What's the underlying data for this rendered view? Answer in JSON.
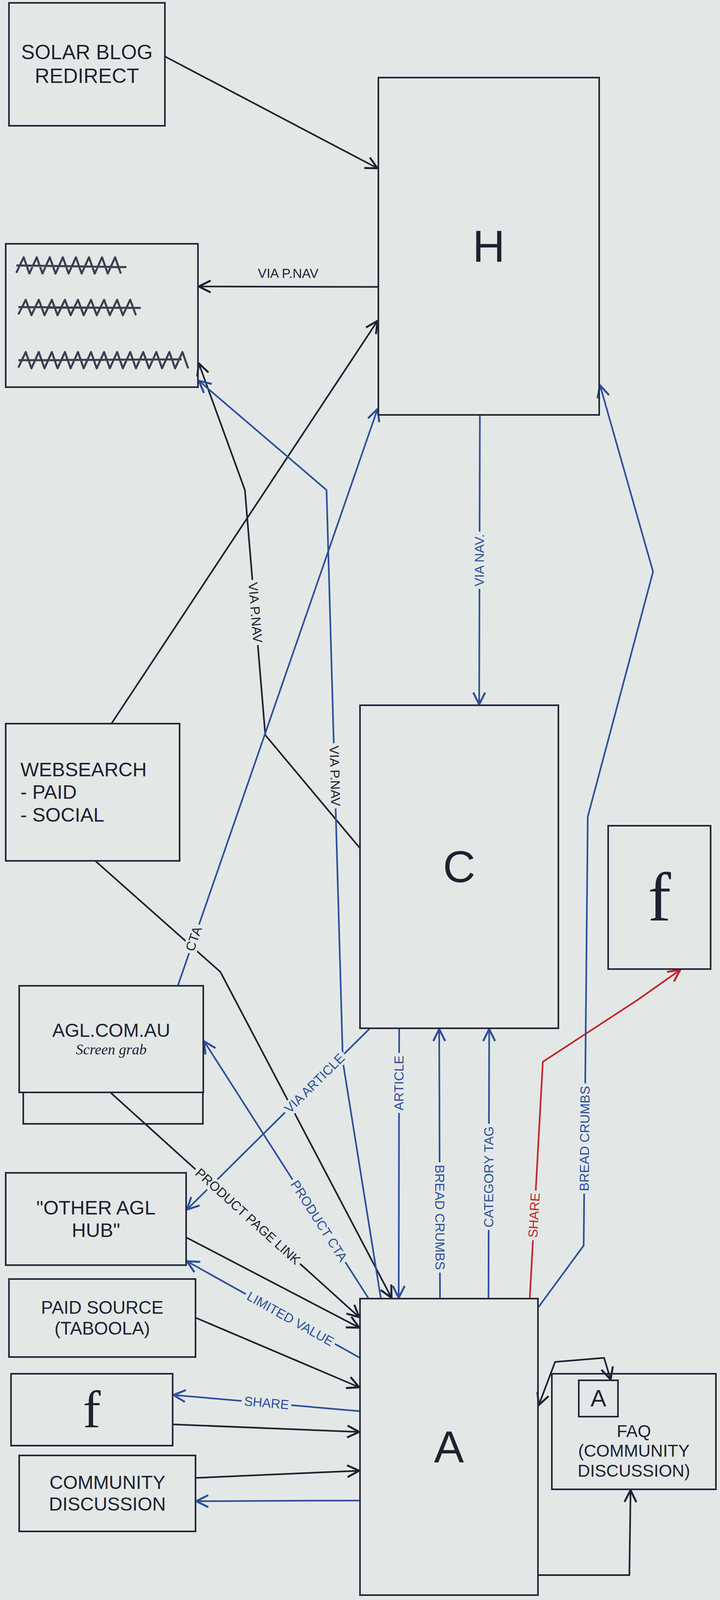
{
  "diagram": {
    "nodes": [
      {
        "text": [
          "SOLAR BLOG REDIRECT"
        ]
      },
      {
        "text": [
          "H"
        ]
      },
      {
        "text": []
      },
      {
        "text": [
          "WEBSEARCH",
          "- PAID",
          "- SOCIAL"
        ]
      },
      {
        "text": [
          "C"
        ]
      },
      {
        "text": [
          "f"
        ]
      },
      {
        "text": [
          "AGL.COM.AU",
          "Screen grab"
        ]
      },
      {
        "text": [
          "\"OTHER AGL HUB\""
        ]
      },
      {
        "text": [
          "PAID SOURCE (TABOOLA)"
        ]
      },
      {
        "text": [
          "A"
        ]
      },
      {
        "text": [
          "f"
        ]
      },
      {
        "text": [
          "FAQ (COMMUNITY DISCUSSION)"
        ]
      },
      {
        "text": [
          "A"
        ],
        "in": 11
      },
      {
        "text": [
          "COMMUNITY DISCUSSION"
        ]
      }
    ],
    "edges": [
      {
        "from": 0,
        "to": 1,
        "arrow": "to"
      },
      {
        "from": 1,
        "to": 2,
        "label": "VIA P.NAV",
        "arrow": "to"
      },
      {
        "from": 1,
        "to": 4,
        "label": "VIA NAV.",
        "arrow": "to"
      },
      {
        "from": 4,
        "to": 2,
        "label": "VIA P.NAV",
        "arrow": "to"
      },
      {
        "from": 3,
        "to": 1,
        "arrow": "to"
      },
      {
        "from": 3,
        "to": 9,
        "arrow": "to"
      },
      {
        "from": 6,
        "to": 1,
        "label": "CTA",
        "arrow": "to"
      },
      {
        "from": 6,
        "to": 9,
        "label": "PRODUCT PAGE LINK",
        "arrow": "to"
      },
      {
        "from": 9,
        "to": 6,
        "label": "PRODUCT CTA",
        "arrow": "to"
      },
      {
        "from": 4,
        "to": 7,
        "label": "VIA ARTICLE",
        "arrow": "to"
      },
      {
        "from": 4,
        "to": 9,
        "label": "ARTICLE",
        "arrow": "to"
      },
      {
        "from": 9,
        "to": 2,
        "label": "VIA P.NAV",
        "arrow": "to"
      },
      {
        "from": 9,
        "to": 4,
        "label": "BREAD CRUMBS",
        "arrow": "to"
      },
      {
        "from": 9,
        "to": 4,
        "label": "CATEGORY TAG",
        "arrow": "to"
      },
      {
        "from": 9,
        "to": 5,
        "label": "SHARE",
        "arrow": "to"
      },
      {
        "from": 9,
        "to": 1,
        "label": "BREAD CRUMBS",
        "arrow": "to"
      },
      {
        "from": 7,
        "to": 9,
        "arrow": "to"
      },
      {
        "from": 9,
        "to": 7,
        "label": "LIMITED VALUE",
        "arrow": "to"
      },
      {
        "from": 8,
        "to": 9,
        "arrow": "to"
      },
      {
        "from": 9,
        "to": 10,
        "label": "SHARE",
        "arrow": "to"
      },
      {
        "from": 10,
        "to": 9,
        "arrow": "to"
      },
      {
        "from": 13,
        "to": 9,
        "arrow": "to"
      },
      {
        "from": 9,
        "to": 13,
        "arrow": "to"
      },
      {
        "from": 9,
        "to": 11,
        "arrow": "to"
      },
      {
        "from": 12,
        "to": 9,
        "arrow": "both"
      }
    ]
  }
}
